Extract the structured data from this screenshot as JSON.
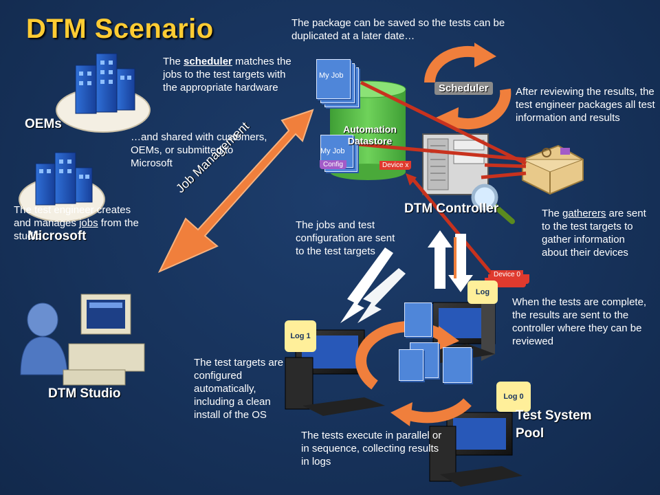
{
  "title": "DTM Scenario",
  "labels": {
    "oems": "OEMs",
    "microsoft": "Microsoft",
    "dtm_studio": "DTM Studio",
    "dtm_controller": "DTM Controller",
    "test_system_pool_line1": "Test System",
    "test_system_pool_line2": "Pool",
    "job_management": "Job Management",
    "scheduler": "Scheduler",
    "automation_line1": "Automation",
    "automation_line2": "Datastore"
  },
  "tags": {
    "my_job_top": "My Job",
    "my_job_bottom": "My Job",
    "config": "Config",
    "device_x": "Device x",
    "device_0": "Device 0",
    "log": "Log",
    "log_1": "Log 1",
    "log_0": "Log 0"
  },
  "notes": {
    "package_saved": "The package can be saved so the tests can be duplicated at a later date…",
    "scheduler_pre": "The ",
    "scheduler_word": "scheduler",
    "scheduler_post": " matches the jobs to the test targets with the appropriate hardware",
    "shared": "…and shared with customers, OEMs, or submitted to Microsoft",
    "after_review": "After reviewing the results, the test engineer packages all test information and results",
    "engineer_pre": "The test engineer creates and manages ",
    "engineer_word": "jobs",
    "engineer_post": " from the studio",
    "jobs_sent": "The jobs and test configuration are sent to the test targets",
    "gatherers_pre": "The ",
    "gatherers_word": "gatherers",
    "gatherers_post": " are sent to the test targets to gather information about their devices",
    "tests_complete": "When the tests are complete, the results are sent to the controller where they can be reviewed",
    "targets_configured": "The test targets are configured automatically, including a clean install of the OS",
    "tests_execute": "The tests execute in parallel or in sequence, collecting results in logs"
  },
  "colors": {
    "background": "#17335e",
    "title": "#ffcc33",
    "arrow_orange": "#f07f3c",
    "arrow_red": "#c8321e",
    "datastore_green": "#5fbf4a",
    "doc_blue": "#4f86d9"
  }
}
